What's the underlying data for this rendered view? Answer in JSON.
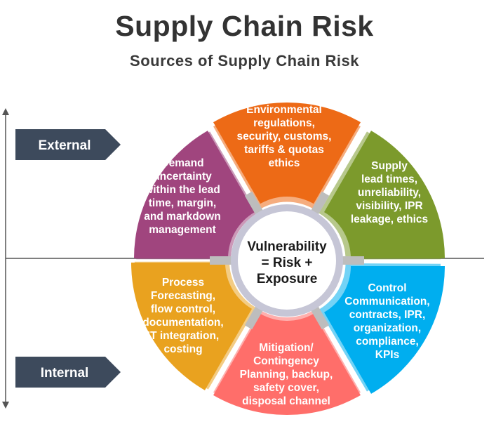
{
  "title": "Supply Chain Risk",
  "subtitle": "Sources of Supply Chain Risk",
  "center": [
    "Vulnerability",
    "= Risk +",
    "Exposure"
  ],
  "badges": {
    "external": "External",
    "internal": "Internal"
  },
  "segments": [
    {
      "id": "environmental",
      "color": "#ED6A16",
      "lines": [
        "Environmental",
        "regulations,",
        "security, customs,",
        "tariffs & quotas",
        "ethics"
      ]
    },
    {
      "id": "supply",
      "color": "#7C9A2C",
      "lines": [
        "Supply",
        "lead times,",
        "unreliability,",
        "visibility, IPR",
        "leakage, ethics"
      ]
    },
    {
      "id": "control",
      "color": "#00AEEF",
      "lines": [
        "Control",
        "Communication,",
        "contracts, IPR,",
        "organization,",
        "compliance,",
        "KPIs"
      ]
    },
    {
      "id": "mitigation",
      "color": "#FF6E6A",
      "lines": [
        "Mitigation/",
        "Contingency",
        "Planning, backup,",
        "safety cover,",
        "disposal channel"
      ]
    },
    {
      "id": "process",
      "color": "#E9A21F",
      "lines": [
        "Process",
        "Forecasting,",
        "flow control,",
        "documentation,",
        "IT integration,",
        "costing"
      ]
    },
    {
      "id": "demand",
      "color": "#A0457E",
      "lines": [
        "Demand",
        "uncertainty",
        "within the lead",
        "time, margin,",
        "and markdown",
        "management"
      ]
    }
  ],
  "colors": {
    "badge": "#3D4A5C",
    "spoke": "#BDBDBD",
    "ring": "#C6C6D6",
    "title": "#333333"
  }
}
